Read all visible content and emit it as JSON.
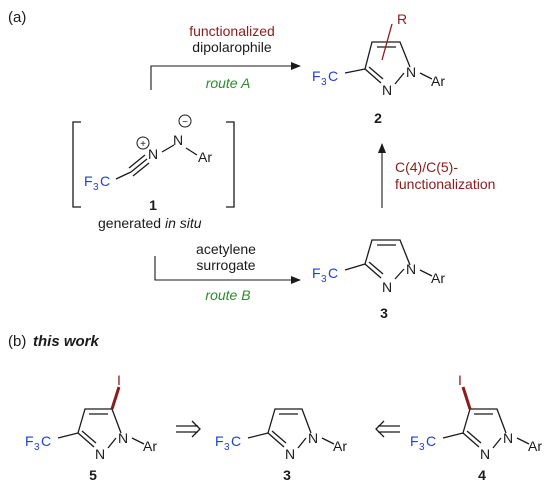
{
  "panel_a": {
    "label": "(a)",
    "route_a_reagent_line1": "functionalized",
    "route_a_reagent_line2": "dipolarophile",
    "route_a_name": "route A",
    "route_b_reagent_line1": "acetylene",
    "route_b_reagent_line2": "surrogate",
    "route_b_name": "route B",
    "generated_prefix": "generated ",
    "generated_italic": "in situ",
    "functionalization_line1": "C(4)/C(5)-",
    "functionalization_line2": "functionalization",
    "compound_1": "1",
    "compound_2": "2",
    "compound_3": "3",
    "substituent_R": "R"
  },
  "panel_b": {
    "label": "(b)",
    "title": "this work",
    "compound_5": "5",
    "compound_3": "3",
    "compound_4": "4",
    "iodine": "I"
  },
  "atoms": {
    "N": "N",
    "Ar": "Ar",
    "F": "F",
    "sub3": "3",
    "C": "C",
    "plus": "+",
    "minus": "−"
  },
  "colors": {
    "red": "#8b1c1c",
    "green": "#2e8b2e",
    "blue": "#1f3fd8"
  }
}
